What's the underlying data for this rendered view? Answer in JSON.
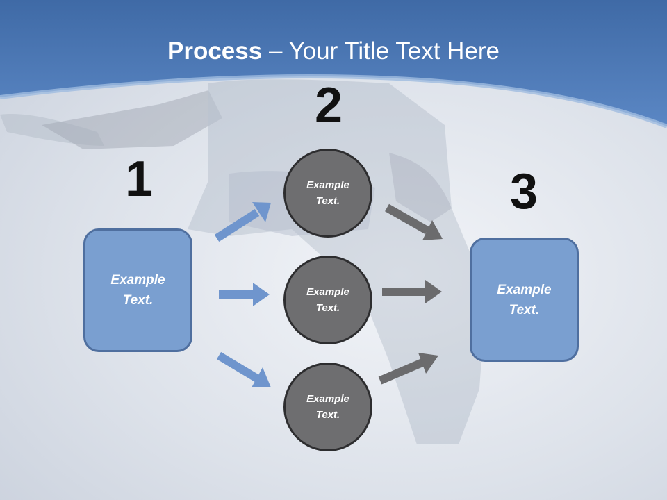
{
  "slide": {
    "title_bold": "Process",
    "title_rest": " – Your Title Text Here"
  },
  "steps": {
    "one": {
      "number": "1",
      "line1": "Example",
      "line2": "Text."
    },
    "two": {
      "number": "2",
      "circles": [
        {
          "line1": "Example",
          "line2": "Text."
        },
        {
          "line1": "Example",
          "line2": "Text."
        },
        {
          "line1": "Example",
          "line2": "Text."
        }
      ]
    },
    "three": {
      "number": "3",
      "line1": "Example",
      "line2": "Text."
    }
  },
  "colors": {
    "header_band": "#4a78b4",
    "box_fill": "#7a9fd0",
    "box_border": "#4f6f9f",
    "circle_fill": "#6e6e70",
    "blue_arrow": "#6f95cd",
    "gray_arrow": "#6b6b6d"
  }
}
